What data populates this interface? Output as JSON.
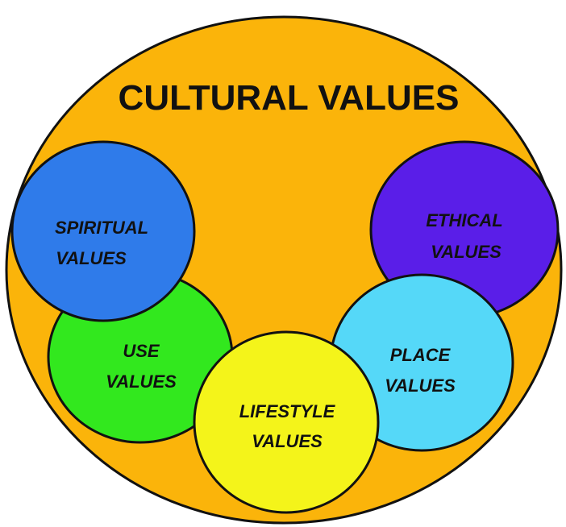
{
  "title": "CULTURAL VALUES",
  "colors": {
    "outer": "#FBB40A",
    "spiritual": "#2F7BEA",
    "ethical": "#5A1EE8",
    "use": "#32E81E",
    "place": "#55D8F8",
    "lifestyle": "#F4F41A",
    "outline": "#111111"
  },
  "values": {
    "spiritual": {
      "line1": "SPIRITUAL",
      "line2": "VALUES"
    },
    "ethical": {
      "line1": "ETHICAL",
      "line2": "VALUES"
    },
    "use": {
      "line1": "USE",
      "line2": "VALUES"
    },
    "place": {
      "line1": "PLACE",
      "line2": "VALUES"
    },
    "lifestyle": {
      "line1": "LIFESTYLE",
      "line2": "VALUES"
    }
  }
}
